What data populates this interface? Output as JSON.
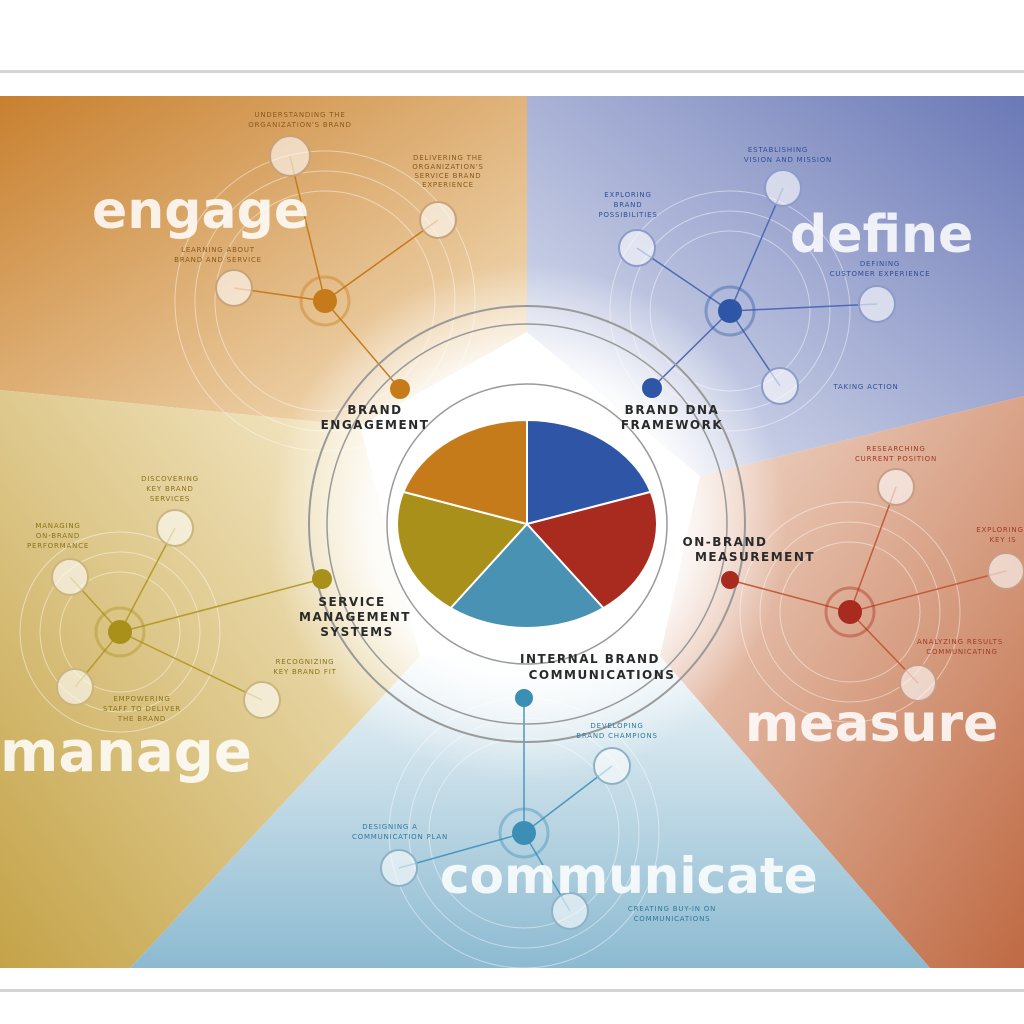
{
  "colors": {
    "engage": "#c67b1a",
    "define": "#2e55a6",
    "measure": "#a92a1f",
    "communicate": "#3b8fb5",
    "manage": "#a8901a"
  },
  "quadrants": {
    "engage": {
      "word": "engage",
      "labels": [
        "UNDERSTANDING THE",
        "ORGANIZATION'S BRAND",
        "DELIVERING THE",
        "ORGANIZATION'S",
        "SERVICE BRAND",
        "EXPERIENCE",
        "LEARNING ABOUT",
        "BRAND AND SERVICE"
      ]
    },
    "define": {
      "word": "define",
      "labels": [
        "ESTABLISHING",
        "VISION AND MISSION",
        "EXPLORING",
        "BRAND",
        "POSSIBILITIES",
        "DEFINING",
        "CUSTOMER EXPERIENCE",
        "TAKING ACTION"
      ]
    },
    "measure": {
      "word": "measure",
      "labels": [
        "RESEARCHING",
        "CURRENT POSITION",
        "EXPLORING",
        "KEY IS",
        "ANALYZING RESULTS",
        "COMMUNICATING"
      ]
    },
    "communicate": {
      "word": "communicate",
      "labels": [
        "DEVELOPING",
        "BRAND CHAMPIONS",
        "DESIGNING A",
        "COMMUNICATION PLAN",
        "CREATING BUY-IN ON",
        "COMMUNICATIONS"
      ]
    },
    "manage": {
      "word": "manage",
      "labels": [
        "DISCOVERING",
        "KEY BRAND",
        "SERVICES",
        "MANAGING",
        "ON-BRAND",
        "PERFORMANCE",
        "RECOGNIZING",
        "KEY BRAND FIT",
        "EMPOWERING",
        "STAFF TO DELIVER",
        "THE BRAND"
      ]
    }
  },
  "segments": {
    "brand_engagement": [
      "BRAND",
      "ENGAGEMENT"
    ],
    "brand_dna": [
      "BRAND DNA",
      "FRAMEWORK"
    ],
    "on_brand": [
      "ON-BRAND",
      "MEASUREMENT"
    ],
    "service_mgmt": [
      "SERVICE",
      "MANAGEMENT",
      "SYSTEMS"
    ],
    "internal_comm": [
      "INTERNAL BRAND",
      "COMMUNICATIONS"
    ]
  },
  "pie": [
    {
      "name": "define",
      "value": 1,
      "color": "#2e55a6"
    },
    {
      "name": "measure",
      "value": 1,
      "color": "#a92a1f"
    },
    {
      "name": "communicate",
      "value": 1,
      "color": "#4a92b4"
    },
    {
      "name": "manage",
      "value": 1,
      "color": "#a8901a"
    },
    {
      "name": "engage",
      "value": 1,
      "color": "#c67b1a"
    }
  ]
}
